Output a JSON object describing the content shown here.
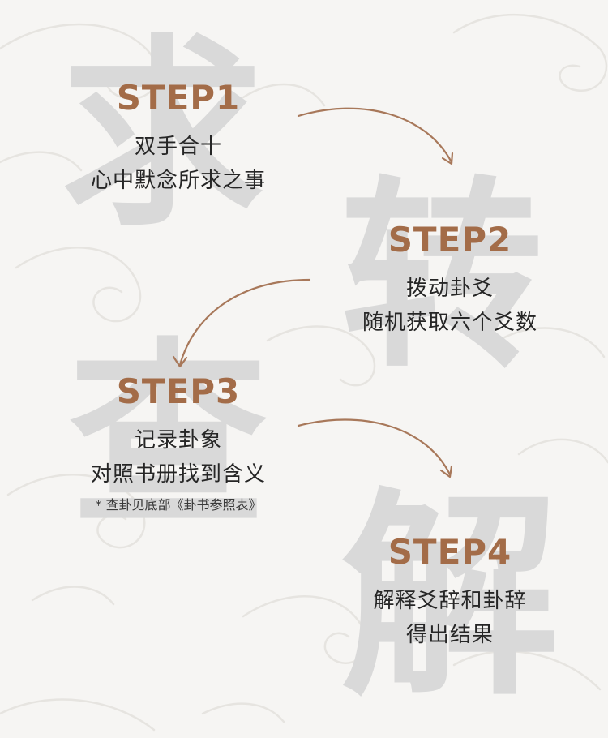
{
  "background_chars": [
    "求",
    "转",
    "查",
    "解"
  ],
  "accent_color": "#a36c48",
  "steps": [
    {
      "title": "STEP1",
      "lines": [
        "双手合十",
        "心中默念所求之事"
      ]
    },
    {
      "title": "STEP2",
      "lines": [
        "拨动卦爻",
        "随机获取六个爻数"
      ]
    },
    {
      "title": "STEP3",
      "lines": [
        "记录卦象",
        "对照书册找到含义"
      ],
      "note": "* 查卦见底部《卦书参照表》"
    },
    {
      "title": "STEP4",
      "lines": [
        "解释爻辞和卦辞",
        "得出结果"
      ]
    }
  ]
}
